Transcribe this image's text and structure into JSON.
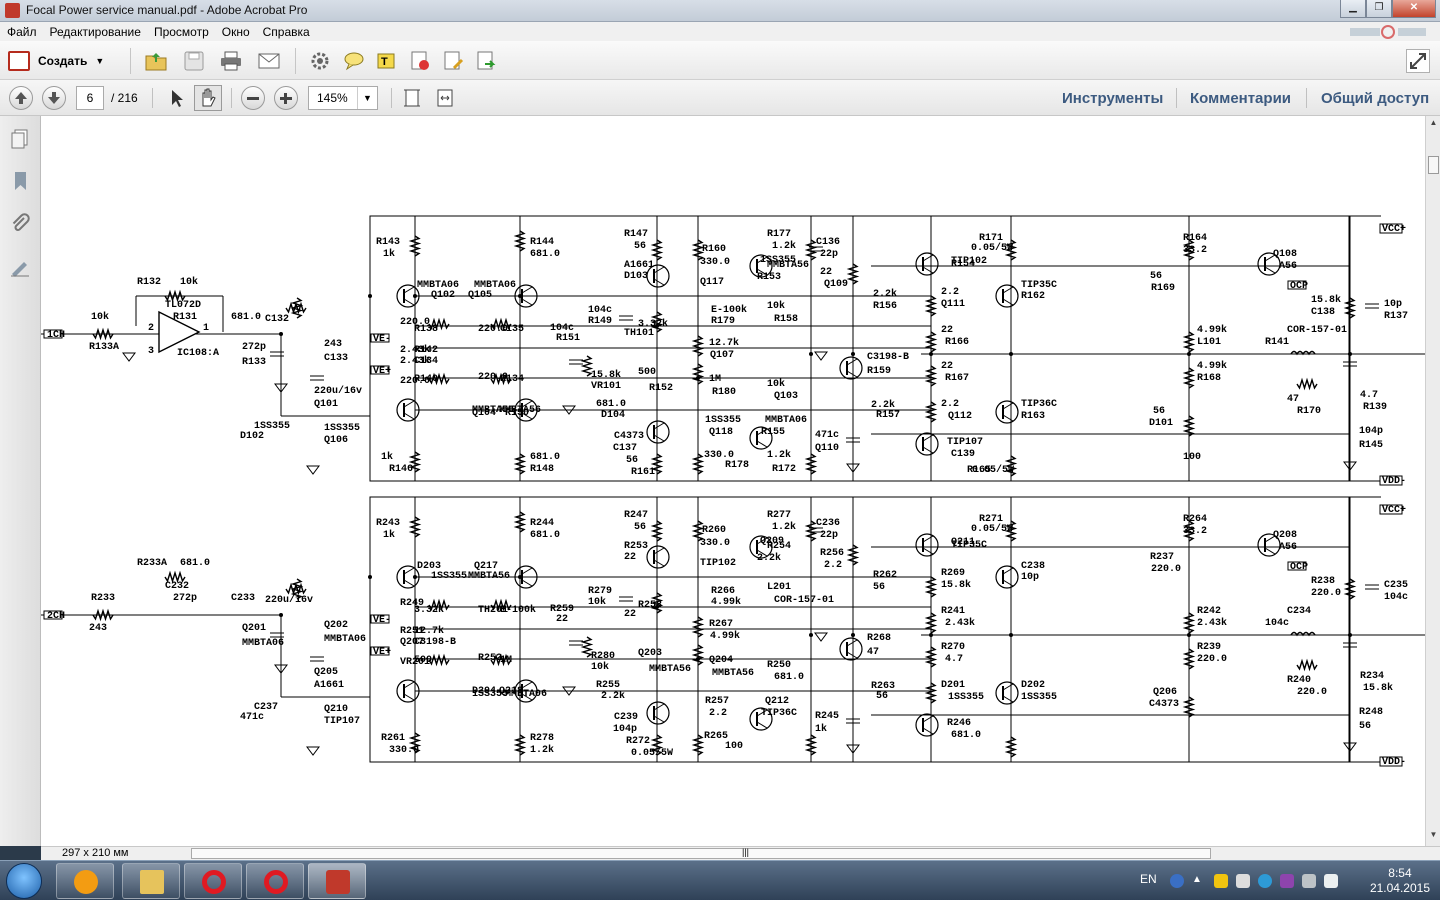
{
  "window": {
    "title": "Focal Power service manual.pdf - Adobe Acrobat Pro"
  },
  "menu": [
    "Файл",
    "Редактирование",
    "Просмотр",
    "Окно",
    "Справка"
  ],
  "toolbar": {
    "create_label": "Создать"
  },
  "nav": {
    "page_current": "6",
    "page_total": "/ 216",
    "zoom": "145%"
  },
  "panels": {
    "tools": "Инструменты",
    "comments": "Комментарии",
    "share": "Общий доступ"
  },
  "status": {
    "page_size": "297 x 210 мм"
  },
  "tray": {
    "language": "EN",
    "time": "8:54",
    "date": "21.04.2015"
  },
  "schematic": {
    "upper_labels": [
      "R143",
      "1k",
      "R144",
      "681.0",
      "R147",
      "56",
      "R160",
      "330.0",
      "R177",
      "1.2k",
      "C136",
      "22p",
      "R171",
      "0.05/5W",
      "R164",
      "33.2",
      "Q108",
      "A56",
      "R132",
      "10k",
      "TL072D",
      "R131",
      "10k",
      "R133A",
      "681.0",
      "C132",
      "272p",
      "R133",
      "243",
      "C133",
      "220u/16v",
      "Q101",
      "MMBTA06",
      "Q102",
      "MMBTA06",
      "Q105",
      "A1661",
      "D103",
      "1SS355",
      "Q117",
      "MMBTA56",
      "R153",
      "22",
      "Q109",
      "TIP102",
      "R154",
      "2.2k",
      "R156",
      "2.2",
      "Q111",
      "TIP35C",
      "R162",
      "56",
      "R169",
      "15.8k",
      "C138",
      "10p",
      "R137",
      "220.0",
      "R138",
      "220.0",
      "C135",
      "104c",
      "R149",
      "3.32k",
      "TH101",
      "E-100k",
      "R179",
      "10k",
      "R158",
      "22",
      "R166",
      "4.99k",
      "L101",
      "COR-157-01",
      "R141",
      "2.43k",
      "R142",
      "2.43k",
      "C134",
      "104c",
      "R151",
      "12.7k",
      "Q107",
      "C3198-B",
      "R159",
      "22",
      "R167",
      "4.99k",
      "R168",
      "47",
      "R170",
      "4.7",
      "R139",
      "220.0",
      "R140",
      "220.0",
      "R134",
      "15.8k",
      "VR101",
      "500",
      "R152",
      "1M",
      "R180",
      "10k",
      "Q103",
      "MMBTA56",
      "Q104",
      "MMBTA56",
      "R150",
      "681.0",
      "D104",
      "1SS355",
      "Q118",
      "MMBTA06",
      "R155",
      "2.2k",
      "R157",
      "2.2",
      "Q112",
      "TIP36C",
      "R163",
      "56",
      "D101",
      "1SS355",
      "D102",
      "1SS355",
      "Q106",
      "C4373",
      "C137",
      "471c",
      "Q110",
      "TIP107",
      "C139",
      "104p",
      "R145",
      "1k",
      "R146",
      "681.0",
      "R148",
      "56",
      "R161",
      "330.0",
      "R178",
      "1.2k",
      "R172",
      "0.05/5W",
      "R165",
      "100"
    ],
    "upper_input_label": "1CH",
    "lower_input_label": "2CH",
    "opamp_label": "IC108:A",
    "lower_labels": [
      "R243",
      "1k",
      "R244",
      "681.0",
      "R247",
      "56",
      "R260",
      "330.0",
      "R277",
      "1.2k",
      "C236",
      "22p",
      "R271",
      "0.05/5W",
      "R264",
      "33.2",
      "Q208",
      "A56",
      "R233A",
      "681.0",
      "C232",
      "272p",
      "R233",
      "243",
      "C233",
      "220u/16v",
      "Q201",
      "MMBTA06",
      "Q202",
      "MMBTA06",
      "Q205",
      "A1661",
      "D203",
      "1SS355",
      "Q217",
      "MMBTA56",
      "R253",
      "22",
      "Q209",
      "TIP102",
      "R254",
      "2.2k",
      "R256",
      "2.2",
      "Q211",
      "TIP35C",
      "R262",
      "56",
      "R269",
      "15.8k",
      "C238",
      "10p",
      "R237",
      "220.0",
      "R238",
      "220.0",
      "C235",
      "104c",
      "R249",
      "3.32k",
      "TH201",
      "E-100k",
      "R279",
      "10k",
      "R258",
      "22",
      "R266",
      "4.99k",
      "L201",
      "COR-157-01",
      "R241",
      "2.43k",
      "R242",
      "2.43k",
      "C234",
      "104c",
      "R251",
      "12.7k",
      "Q207",
      "C3198-B",
      "R259",
      "22",
      "R267",
      "4.99k",
      "R268",
      "47",
      "R270",
      "4.7",
      "R239",
      "220.0",
      "R240",
      "220.0",
      "R234",
      "15.8k",
      "VR201",
      "500",
      "R252",
      "1M",
      "R280",
      "10k",
      "Q203",
      "MMBTA56",
      "Q204",
      "MMBTA56",
      "R250",
      "681.0",
      "D204",
      "1SS355",
      "Q218",
      "MMBTA06",
      "R255",
      "2.2k",
      "R257",
      "2.2",
      "Q212",
      "TIP36C",
      "R263",
      "56",
      "D201",
      "1SS355",
      "D202",
      "1SS355",
      "Q206",
      "C4373",
      "C237",
      "471c",
      "Q210",
      "TIP107",
      "C239",
      "104p",
      "R245",
      "1k",
      "R246",
      "681.0",
      "R248",
      "56",
      "R261",
      "330.0",
      "R278",
      "1.2k",
      "R272",
      "0.05/5W",
      "R265",
      "100"
    ],
    "rail_labels": [
      "VCC+",
      "VDD-",
      "VCC+",
      "VDD-"
    ],
    "net_labels": [
      "VE-",
      "VE+",
      "OCP",
      "VE-",
      "VE+",
      "OCP"
    ]
  }
}
